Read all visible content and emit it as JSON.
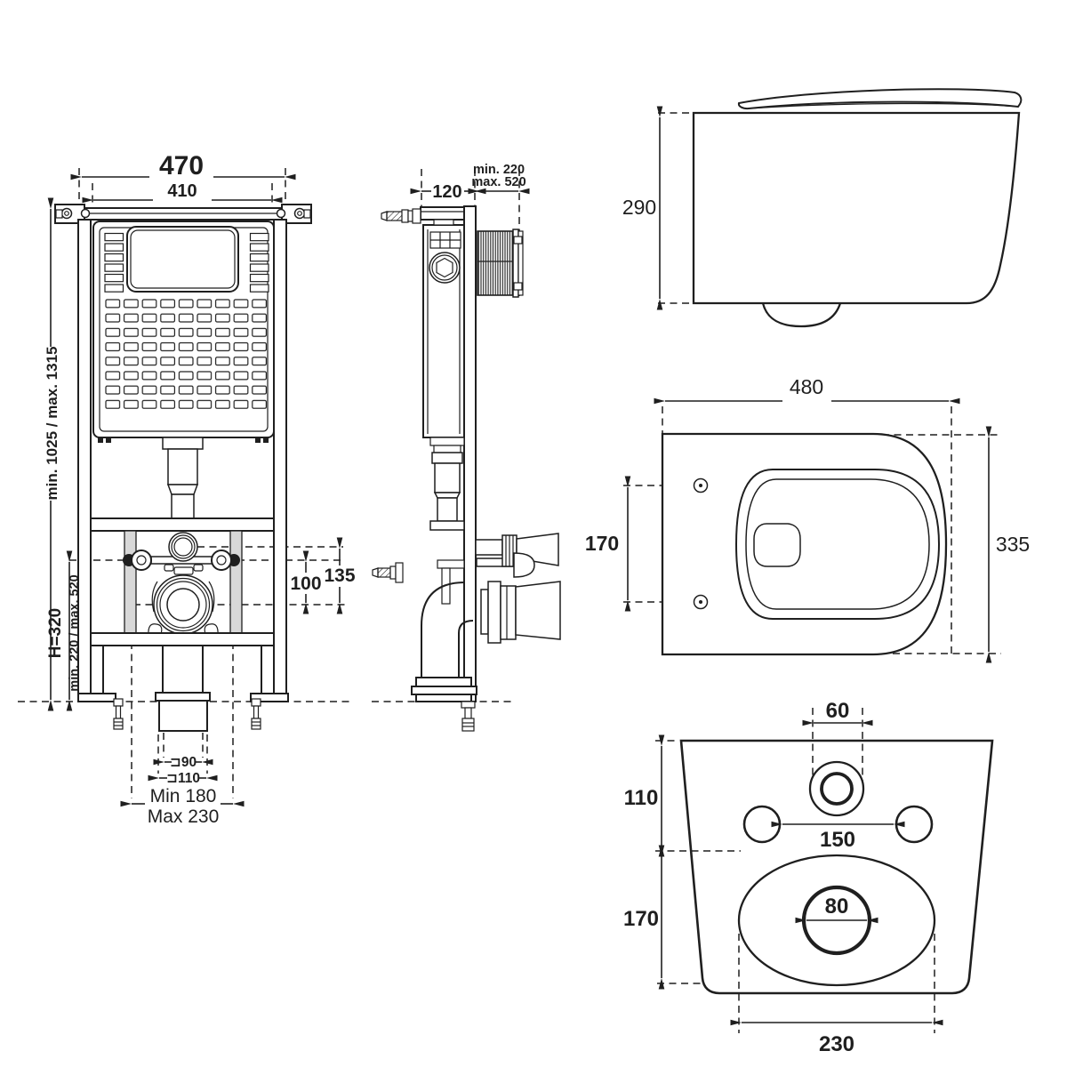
{
  "drawing": {
    "frame_front": {
      "width_outer": "470",
      "width_inner": "410",
      "height_range": "min. 1025 / max. 1315",
      "outlet_height": "H=320",
      "outlet_range": "min. 220 / max. 520",
      "rod_to_drain": "100",
      "inlet_to_drain": "135",
      "pipe_dia": "⊐90",
      "flange_dia": "⊐110",
      "rod_spacing_min": "Min 180",
      "rod_spacing_max": "Max 230"
    },
    "frame_side": {
      "frame_depth": "120",
      "wall_offset_min": "min. 220",
      "wall_offset_max": "max. 520"
    },
    "pan_side": {
      "pan_height": "290"
    },
    "pan_top": {
      "pan_width": "480",
      "pan_depth": "335",
      "fixing_hole_spacing": "170"
    },
    "pan_bottom": {
      "inlet_width": "60",
      "top_to_holes": "110",
      "hole_spacing": "150",
      "holes_to_bowl": "170",
      "outlet_dia": "80",
      "bowl_width": "230"
    },
    "colors": {
      "line": "#1f1f1f",
      "background": "#ffffff",
      "gray_fill": "#d8d8d8"
    }
  }
}
